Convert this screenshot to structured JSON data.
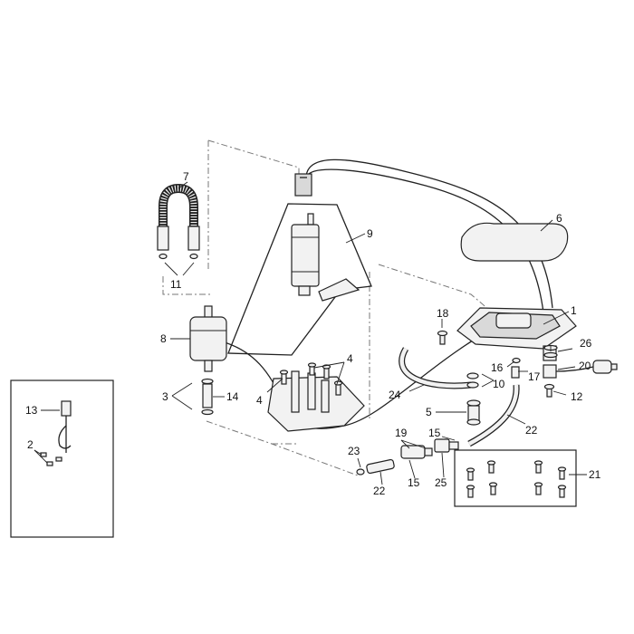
{
  "callouts": [
    {
      "id": "c1",
      "text": "1"
    },
    {
      "id": "c2",
      "text": "2"
    },
    {
      "id": "c3",
      "text": "3"
    },
    {
      "id": "c4a",
      "text": "4"
    },
    {
      "id": "c4b",
      "text": "4"
    },
    {
      "id": "c5",
      "text": "5"
    },
    {
      "id": "c6",
      "text": "6"
    },
    {
      "id": "c7",
      "text": "7"
    },
    {
      "id": "c8",
      "text": "8"
    },
    {
      "id": "c9",
      "text": "9"
    },
    {
      "id": "c10",
      "text": "10"
    },
    {
      "id": "c11",
      "text": "11"
    },
    {
      "id": "c12",
      "text": "12"
    },
    {
      "id": "c13",
      "text": "13"
    },
    {
      "id": "c14",
      "text": "14"
    },
    {
      "id": "c15a",
      "text": "15"
    },
    {
      "id": "c15b",
      "text": "15"
    },
    {
      "id": "c16",
      "text": "16"
    },
    {
      "id": "c17",
      "text": "17"
    },
    {
      "id": "c18",
      "text": "18"
    },
    {
      "id": "c19",
      "text": "19"
    },
    {
      "id": "c20",
      "text": "20"
    },
    {
      "id": "c21",
      "text": "21"
    },
    {
      "id": "c22a",
      "text": "22"
    },
    {
      "id": "c22b",
      "text": "22"
    },
    {
      "id": "c23",
      "text": "23"
    },
    {
      "id": "c24",
      "text": "24"
    },
    {
      "id": "c25",
      "text": "25"
    },
    {
      "id": "c26",
      "text": "26"
    }
  ]
}
